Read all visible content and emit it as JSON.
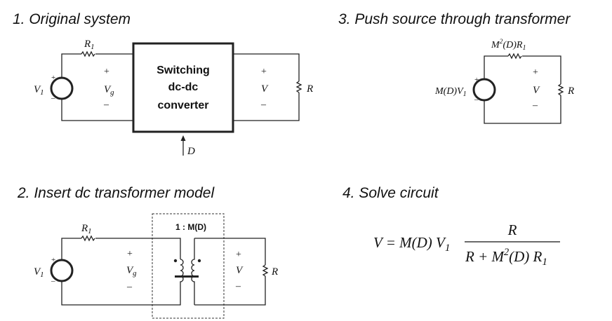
{
  "titles": {
    "step1": "1. Original system",
    "step2": "2. Insert dc transformer model",
    "step3": "3. Push source through transformer",
    "step4": "4. Solve circuit"
  },
  "labels": {
    "R1": "R",
    "R1_sub": "1",
    "V1": "V",
    "V1_sub": "1",
    "Vg": "V",
    "Vg_sub": "g",
    "V": "V",
    "R": "R",
    "D": "D",
    "plus": "+",
    "minus": "–",
    "converter_line1": "Switching",
    "converter_line2": "dc-dc",
    "converter_line3": "converter",
    "turns_ratio": "1 : M(D)",
    "pushed_resistor": "M",
    "pushed_resistor_sup": "2",
    "pushed_resistor_rest": "(D)R",
    "pushed_resistor_sub": "1",
    "pushed_source": "M(D)V",
    "pushed_source_sub": "1"
  },
  "equation": {
    "lhs": "V = M(D) V",
    "lhs_sub": "1",
    "numerator": "R",
    "den_a": "R + M",
    "den_sup": "2",
    "den_b": "(D) R",
    "den_sub": "1"
  },
  "colors": {
    "wire": "#222222",
    "text": "#111111",
    "background": "#ffffff"
  }
}
